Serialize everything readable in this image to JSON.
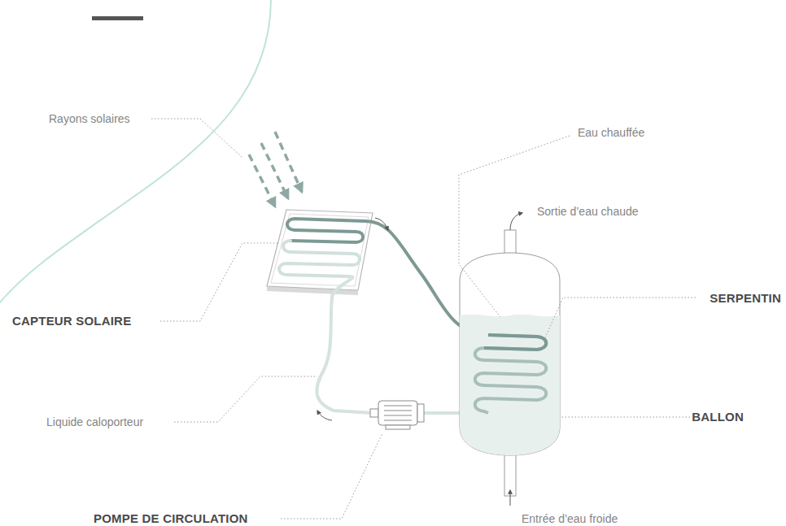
{
  "diagram": {
    "labels": [
      "Rayons solaires",
      "Eau chauffée",
      "Sortie d’eau chaude",
      "SERPENTIN",
      "CAPTEUR SOLAIRE",
      "BALLON",
      "Liquide caloporteur",
      "POMPE DE CIRCULATION",
      "Entrée d’eau froide"
    ]
  }
}
